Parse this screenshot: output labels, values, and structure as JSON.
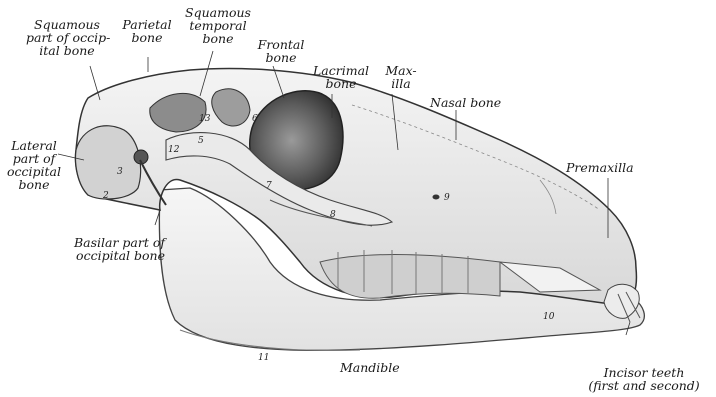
{
  "labels": {
    "squamous_occipital": [
      "Squamous",
      "part of occip-",
      "ital bone"
    ],
    "parietal": [
      "Parietal",
      "bone"
    ],
    "squamous_temporal": [
      "Squamous",
      "temporal",
      "bone"
    ],
    "frontal": [
      "Frontal",
      "bone"
    ],
    "lacrimal": [
      "Lacrimal",
      "bone"
    ],
    "maxilla": [
      "Max-",
      "illa"
    ],
    "nasal": "Nasal bone",
    "premaxilla": "Premaxilla",
    "lateral_occipital": [
      "Lateral",
      "part of",
      "occipital",
      "bone"
    ],
    "basilar_occipital": [
      "Basilar part of",
      "occipital bone"
    ],
    "mandible": "Mandible",
    "incisor": [
      "Incisor teeth",
      "(first and second)"
    ]
  },
  "numbers": [
    "2",
    "3",
    "5",
    "6",
    "7",
    "8",
    "9",
    "10",
    "11",
    "12",
    "13"
  ]
}
